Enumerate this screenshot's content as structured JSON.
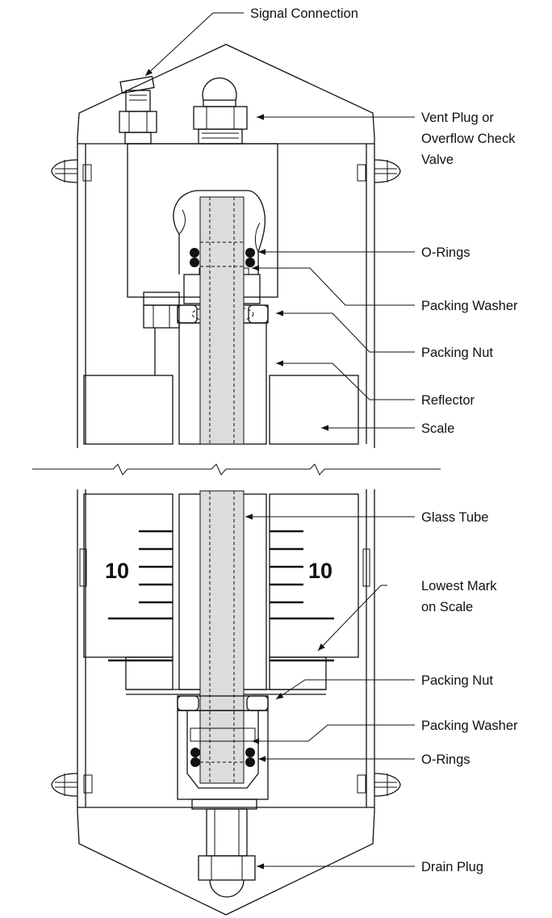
{
  "labels": {
    "signal_connection": "Signal Connection",
    "vent_plug_line1": "Vent Plug or",
    "vent_plug_line2": "Overflow Check",
    "vent_plug_line3": "Valve",
    "o_rings_top": "O-Rings",
    "packing_washer_top": "Packing Washer",
    "packing_nut_top": "Packing Nut",
    "reflector": "Reflector",
    "scale": "Scale",
    "glass_tube": "Glass Tube",
    "lowest_mark_line1": "Lowest Mark",
    "lowest_mark_line2": "on Scale",
    "packing_nut_bottom": "Packing Nut",
    "packing_washer_bottom": "Packing Washer",
    "o_rings_bottom": "O-Rings",
    "drain_plug": "Drain Plug"
  },
  "scale_numbers": {
    "left": "10",
    "right": "10"
  },
  "colors": {
    "line": "#111111",
    "glass_fill": "#dcdcdc",
    "background": "#ffffff"
  }
}
